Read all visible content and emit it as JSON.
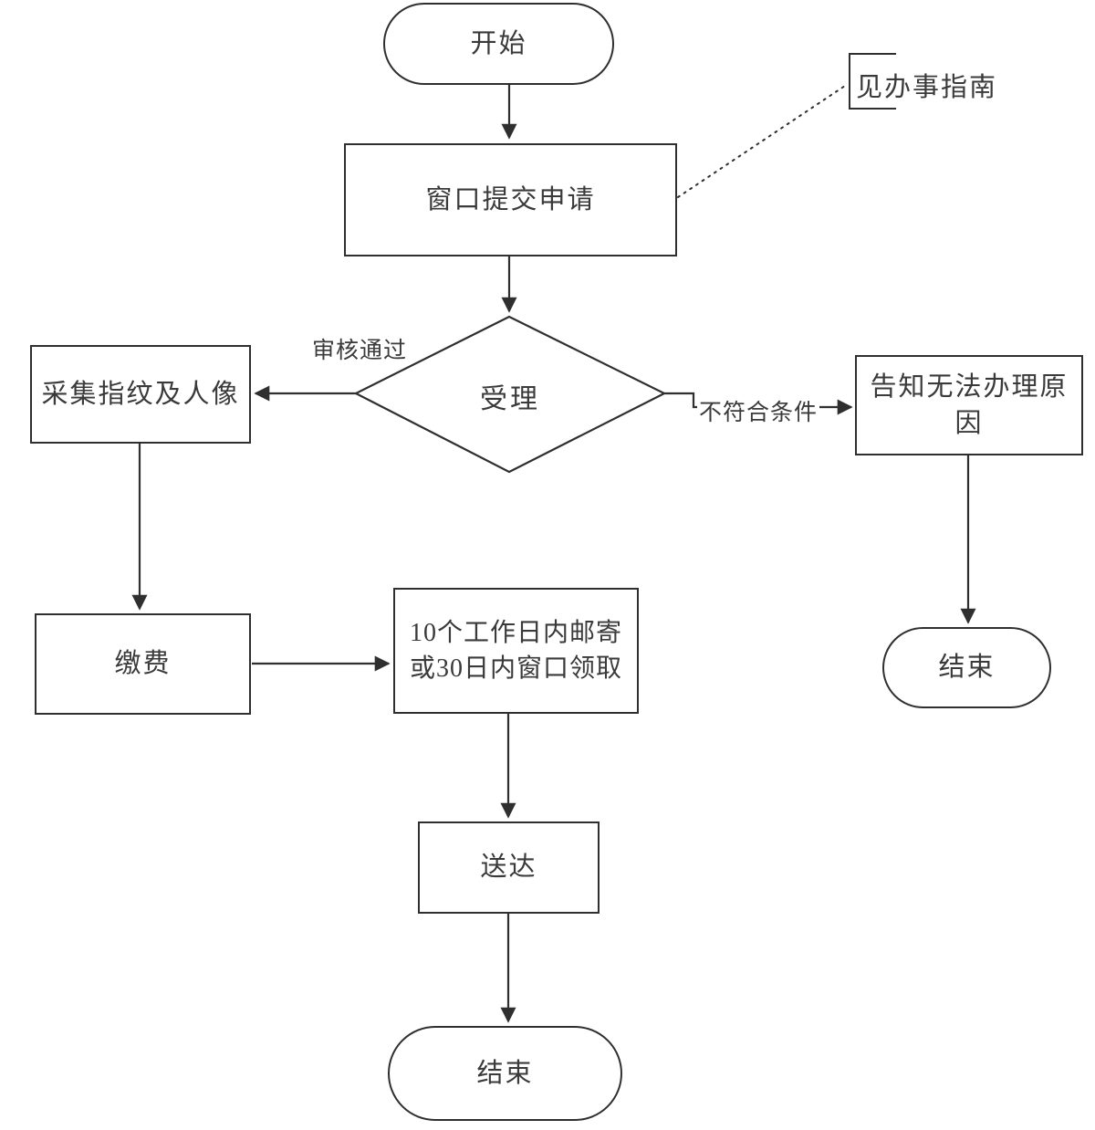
{
  "diagram": {
    "type": "flowchart",
    "language": "zh-CN",
    "colors": {
      "line": "#2f2f2f",
      "text": "#3a3a3a",
      "background": "#ffffff"
    },
    "nodes": {
      "start": {
        "shape": "terminator",
        "label": "开始"
      },
      "submit": {
        "shape": "process",
        "label": "窗口提交申请"
      },
      "guide_note": {
        "shape": "annotation",
        "label": "见办事指南"
      },
      "accept": {
        "shape": "decision",
        "label": "受理"
      },
      "collect": {
        "shape": "process",
        "label": "采集指纹及人像"
      },
      "inform": {
        "shape": "process",
        "label": "告知无法办理原\n因"
      },
      "pay": {
        "shape": "process",
        "label": "缴费"
      },
      "mail": {
        "shape": "process",
        "label": "10个工作日内邮寄\n或30日内窗口领取"
      },
      "deliver": {
        "shape": "process",
        "label": "送达"
      },
      "end_right": {
        "shape": "terminator",
        "label": "结束"
      },
      "end_bottom": {
        "shape": "terminator",
        "label": "结束"
      }
    },
    "edges": [
      {
        "from": "start",
        "to": "submit",
        "style": "solid-arrow"
      },
      {
        "from": "submit",
        "to": "accept",
        "style": "solid-arrow"
      },
      {
        "from": "accept",
        "to": "collect",
        "style": "solid-arrow",
        "label": "审核通过"
      },
      {
        "from": "accept",
        "to": "inform",
        "style": "solid-arrow",
        "label": "不符合条件"
      },
      {
        "from": "collect",
        "to": "pay",
        "style": "solid-arrow"
      },
      {
        "from": "pay",
        "to": "mail",
        "style": "solid-arrow"
      },
      {
        "from": "mail",
        "to": "deliver",
        "style": "solid-arrow"
      },
      {
        "from": "deliver",
        "to": "end_bottom",
        "style": "solid-arrow"
      },
      {
        "from": "inform",
        "to": "end_right",
        "style": "solid-arrow"
      },
      {
        "from": "submit",
        "to": "guide_note",
        "style": "dotted"
      }
    ]
  }
}
